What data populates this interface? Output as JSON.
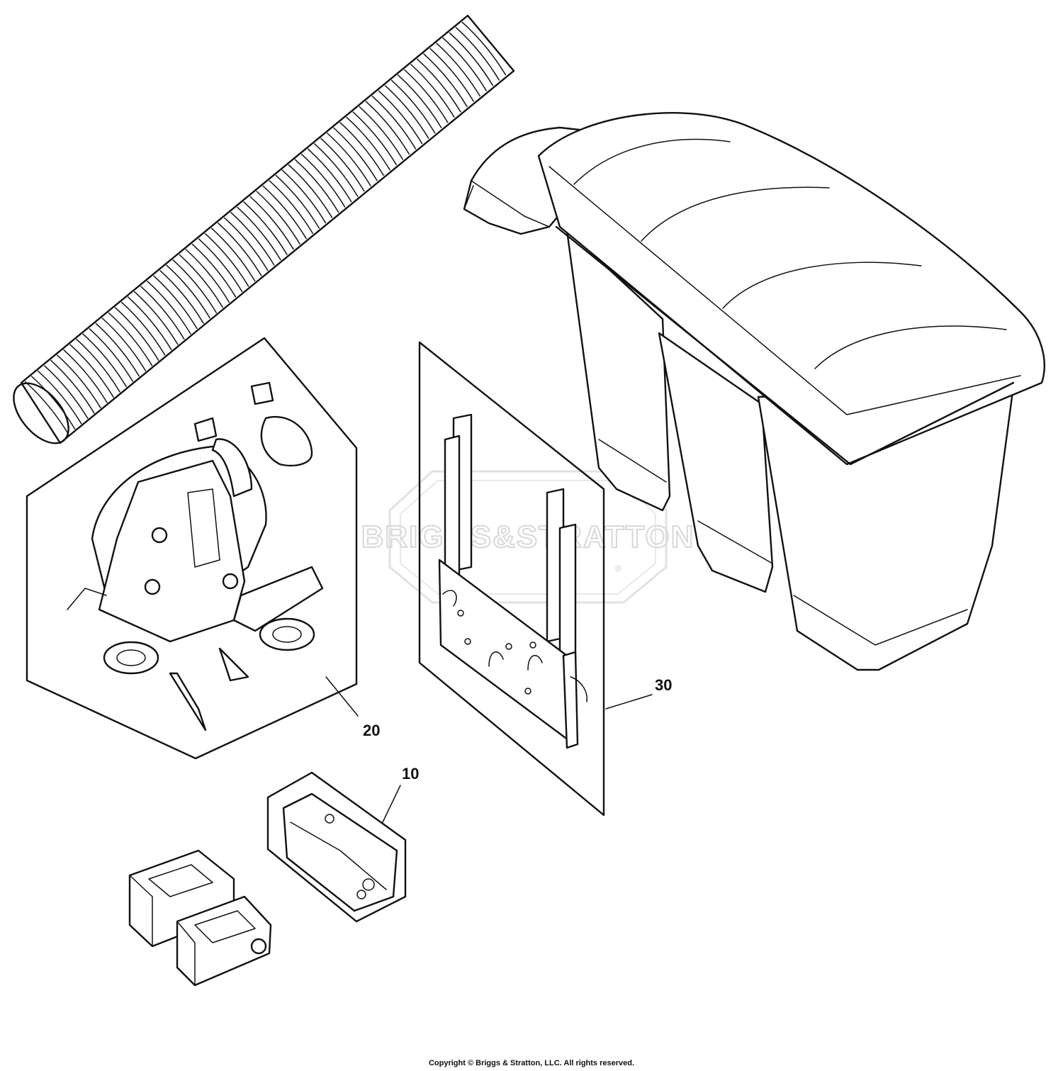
{
  "watermark": {
    "text": "BRIGGS&STRATTON",
    "registered_mark": "®"
  },
  "callouts": [
    {
      "id": "10",
      "label": "10"
    },
    {
      "id": "20",
      "label": "20"
    },
    {
      "id": "30",
      "label": "30"
    }
  ],
  "footer": {
    "copyright": "Copyright © Briggs & Stratton, LLC. All rights reserved."
  }
}
